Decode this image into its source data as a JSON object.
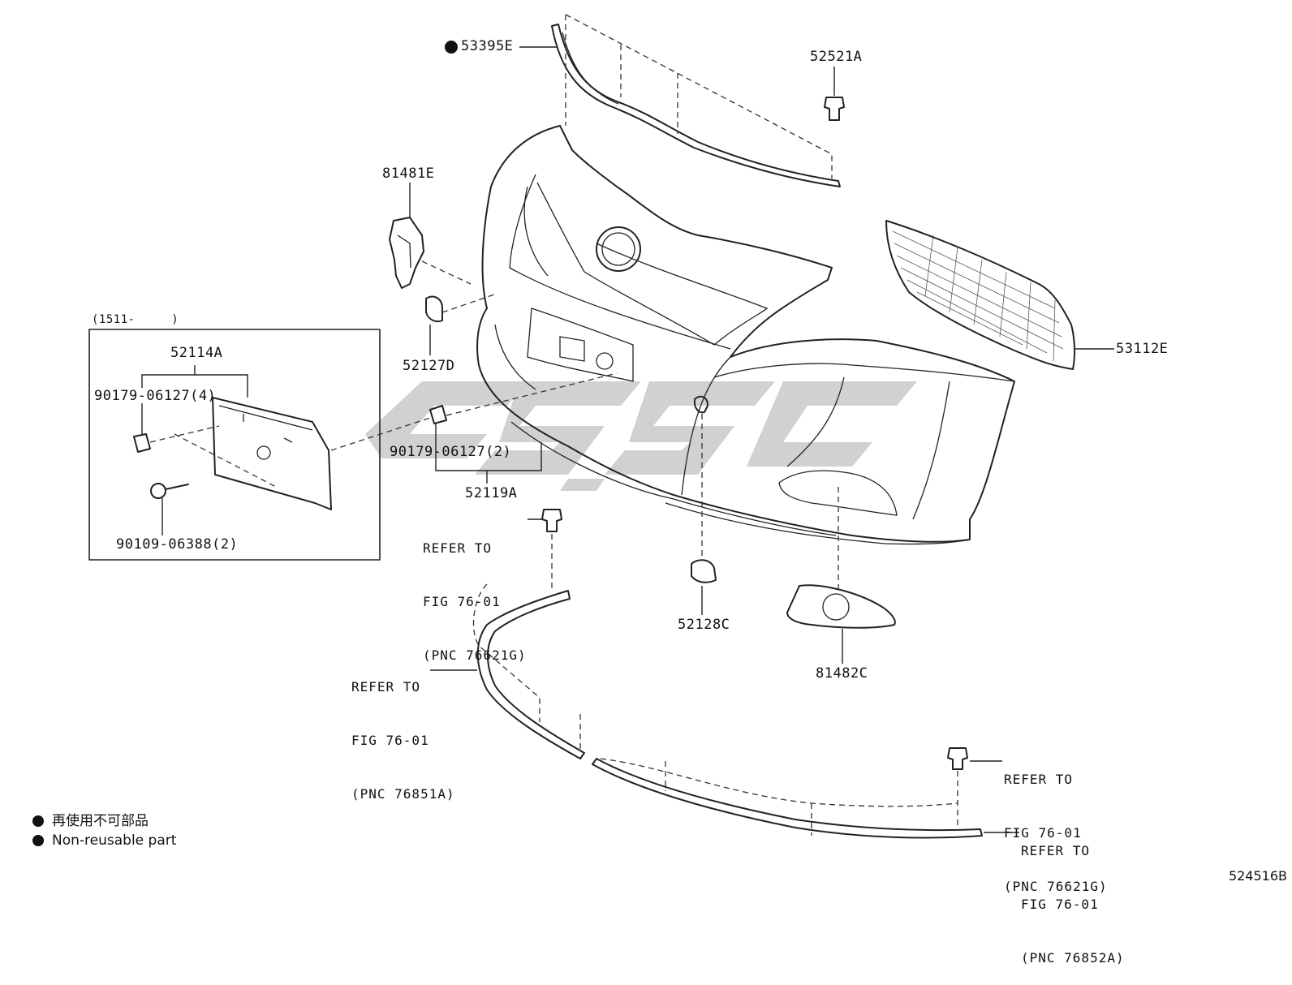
{
  "labels": {
    "p53395e": "53395E",
    "p52521a": "52521A",
    "p81481e": "81481E",
    "p52127d": "52127D",
    "p53112e": "53112E",
    "inset_range": "(1511-     )",
    "p52114a": "52114A",
    "p90179_4": "90179-06127(4)",
    "p90109": "90109-06388(2)",
    "p90179_2": "90179-06127(2)",
    "p52119a": "52119A",
    "p52128c": "52128C",
    "p81482c": "81482C"
  },
  "refs": {
    "ref1": [
      "REFER TO",
      "FIG 76-01",
      "(PNC 76621G)"
    ],
    "ref2": [
      "REFER TO",
      "FIG 76-01",
      "(PNC 76851A)"
    ],
    "ref3": [
      "REFER TO",
      "FIG 76-01",
      "(PNC 76621G)"
    ],
    "ref4": [
      "REFER TO",
      "FIG 76-01",
      "(PNC 76852A)"
    ]
  },
  "legend": {
    "jp": "再使用不可部品",
    "en": "Non-reusable part"
  },
  "figure_id": "524516B",
  "colors": {
    "line": "#222222",
    "watermark": "#c8c8c8"
  }
}
